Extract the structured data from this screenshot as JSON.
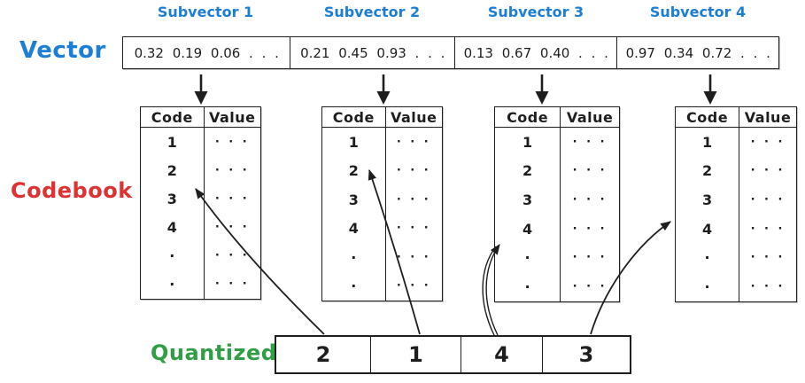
{
  "labels": {
    "vector": "Vector",
    "codebook": "Codebook",
    "quantized": "Quantized"
  },
  "colors": {
    "label_blue": "#1c7ed6",
    "label_red": "#e03131",
    "label_green": "#2f9e44",
    "ink": "#1e1e1e"
  },
  "subvectors": [
    {
      "label": "Subvector 1",
      "values": "0.32 0.19 0.06 . . ."
    },
    {
      "label": "Subvector 2",
      "values": "0.21 0.45 0.93 . . ."
    },
    {
      "label": "Subvector 3",
      "values": "0.13 0.67 0.40 . . ."
    },
    {
      "label": "Subvector 4",
      "values": "0.97 0.34 0.72 . . ."
    }
  ],
  "codebook": {
    "headers": [
      "Code",
      "Value"
    ],
    "codes": [
      "1",
      "2",
      "3",
      "4",
      "·",
      "·"
    ],
    "value_dots": "· · ·"
  },
  "quantized": {
    "values": [
      "2",
      "1",
      "4",
      "3"
    ]
  },
  "arrows": {
    "assignments": [
      {
        "from": "quantized-cell-1",
        "to": "codebook-1-code-2"
      },
      {
        "from": "quantized-cell-2",
        "to": "codebook-2-code-1"
      },
      {
        "from": "quantized-cell-3",
        "to": "codebook-3-code-4"
      },
      {
        "from": "quantized-cell-4",
        "to": "codebook-4-code-3"
      }
    ]
  }
}
